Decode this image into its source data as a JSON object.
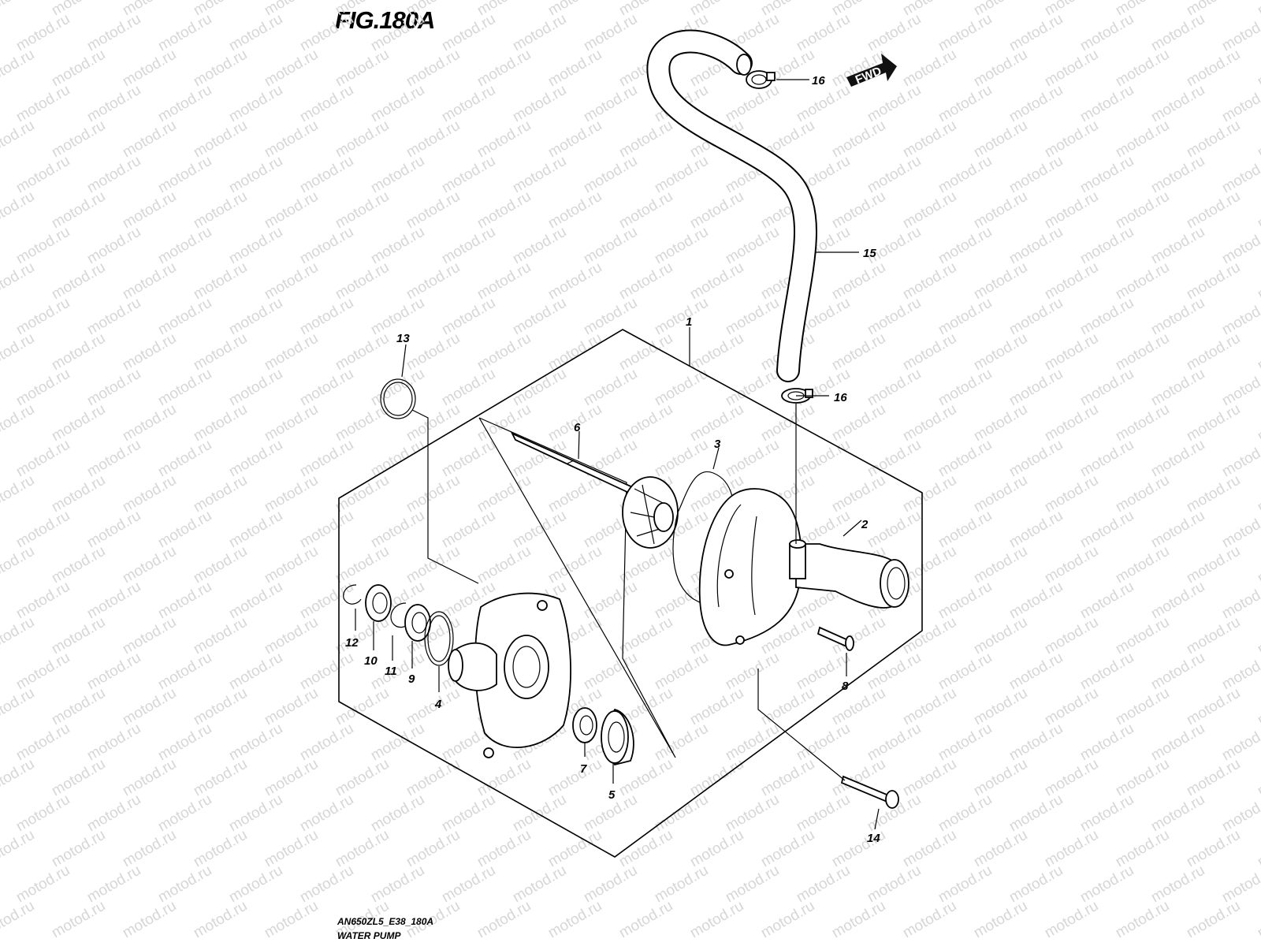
{
  "figure": {
    "title": "FIG.180A",
    "code": "AN650ZL5_E38_180A",
    "name": "WATER PUMP",
    "fwd_label": "FWD",
    "watermark": "motod.ru"
  },
  "callouts": {
    "c1": "1",
    "c2": "2",
    "c3": "3",
    "c4": "4",
    "c5": "5",
    "c6": "6",
    "c7": "7",
    "c8": "8",
    "c9": "9",
    "c10": "10",
    "c11": "11",
    "c12": "12",
    "c13": "13",
    "c14": "14",
    "c15": "15",
    "c16a": "16",
    "c16b": "16"
  }
}
